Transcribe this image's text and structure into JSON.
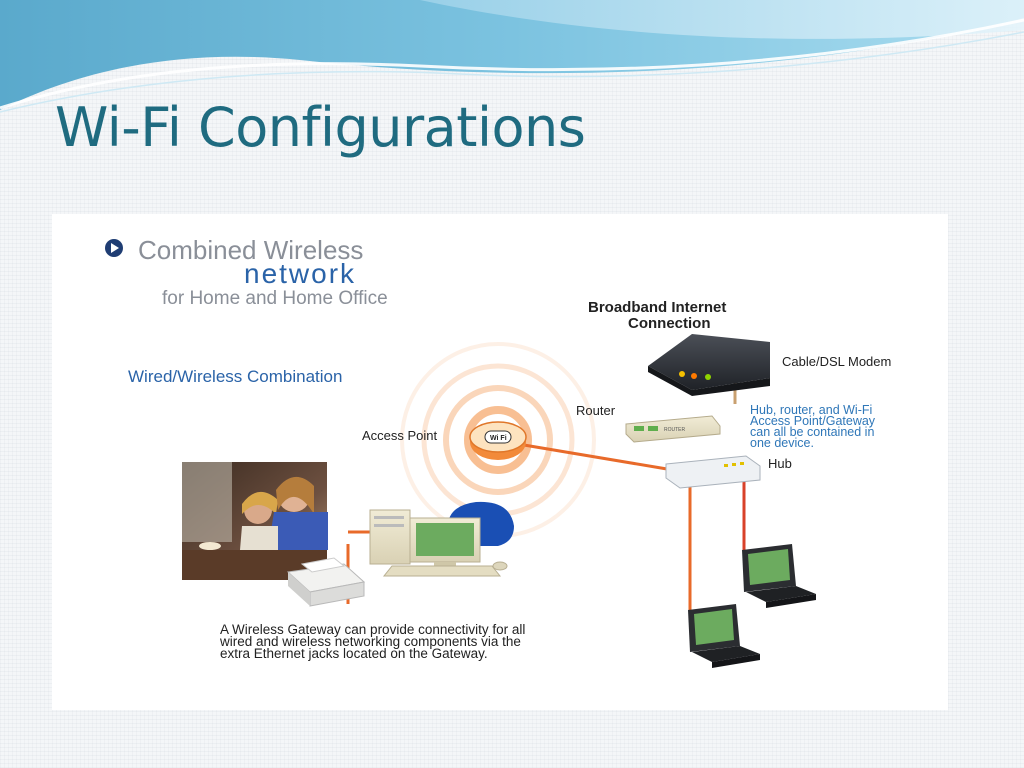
{
  "slide": {
    "title": "Wi-Fi Configurations"
  },
  "diagram": {
    "heading_line1": "Combined Wireless",
    "heading_line2": "network",
    "heading_line3": "for Home and Home Office",
    "subheading": "Wired/Wireless Combination",
    "labels": {
      "broadband_line1": "Broadband Internet",
      "broadband_line2": "Connection",
      "modem": "Cable/DSL Modem",
      "router": "Router",
      "router_box_text": "ROUTER",
      "access_point": "Access Point",
      "ap_badge": "Wi Fi",
      "hub": "Hub"
    },
    "note_lines": [
      "Hub, router, and Wi-Fi",
      "Access Point/Gateway",
      "can all be contained in",
      "one device."
    ],
    "caption_lines": [
      "A Wireless Gateway can provide connectivity for all",
      "wired and wireless networking components via the",
      "extra Ethernet jacks located on the Gateway."
    ],
    "colors": {
      "title": "#1f6b80",
      "heading_blue": "#2a63a8",
      "note_blue": "#2f77b8",
      "wave_orange": "#f28a3a",
      "cable_orange": "#e86a2a",
      "cable_red": "#d8412a",
      "screen_green": "#6cab5f"
    }
  }
}
